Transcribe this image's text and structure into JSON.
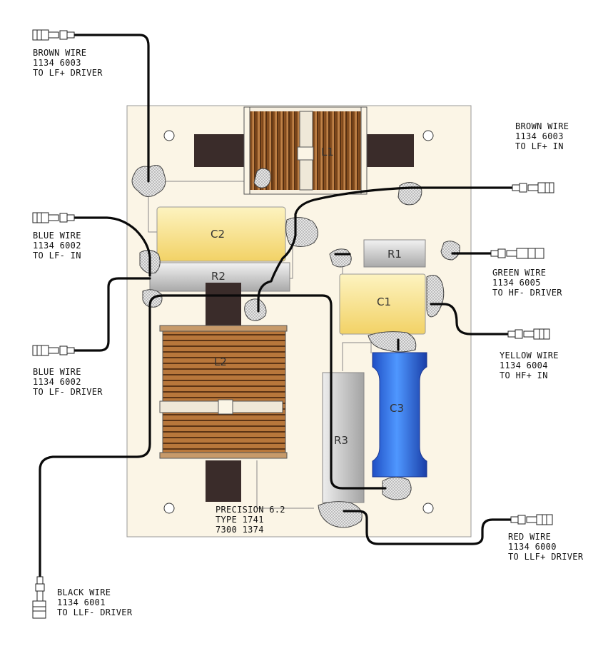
{
  "components": {
    "L1": "L1",
    "L2": "L2",
    "C1": "C1",
    "C2": "C2",
    "C3": "C3",
    "R1": "R1",
    "R2": "R2",
    "R3": "R3"
  },
  "board_label": {
    "line1": "PRECISION 6.2",
    "line2": "TYPE 1741",
    "line3": "7300 1374"
  },
  "wires": [
    {
      "id": "brown-lf-driver",
      "color_name": "BROWN WIRE",
      "part": "1134 6003",
      "dest": "TO LF+ DRIVER"
    },
    {
      "id": "brown-lf-in",
      "color_name": "BROWN WIRE",
      "part": "1134 6003",
      "dest": "TO LF+ IN"
    },
    {
      "id": "blue-lf-in",
      "color_name": "BLUE WIRE",
      "part": "1134 6002",
      "dest": "TO LF- IN"
    },
    {
      "id": "green-hf-driver",
      "color_name": "GREEN WIRE",
      "part": "1134 6005",
      "dest": "TO HF- DRIVER"
    },
    {
      "id": "yellow-hf-in",
      "color_name": "YELLOW WIRE",
      "part": "1134 6004",
      "dest": "TO HF+ IN"
    },
    {
      "id": "blue-lf-driver",
      "color_name": "BLUE WIRE",
      "part": "1134 6002",
      "dest": "TO LF- DRIVER"
    },
    {
      "id": "red-llf-driver",
      "color_name": "RED WIRE",
      "part": "1134 6000",
      "dest": "TO LLF+ DRIVER"
    },
    {
      "id": "black-llf-driver",
      "color_name": "BLACK WIRE",
      "part": "1134 6001",
      "dest": "TO LLF- DRIVER"
    }
  ],
  "colors": {
    "board": "#fbf5e6",
    "copper": "#a8622a",
    "capacitor_yellow": "#f7e28a",
    "capacitor_blue": "#3b78e0",
    "resistor_gray": "#c9c9c9",
    "core": "#3a2c2a",
    "wire": "#0a0a0a"
  }
}
